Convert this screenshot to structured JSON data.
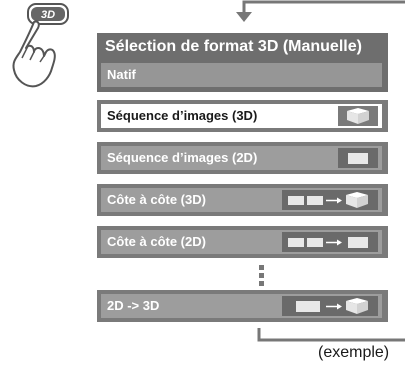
{
  "remote": {
    "button_label": "3D",
    "hand_icon": "hand-pressing-3d-button-icon"
  },
  "menu": {
    "title": "Sélection de format 3D (Manuelle)",
    "current_value": "Natif",
    "items": [
      {
        "label": "Séquence d’images (3D)",
        "selected": true,
        "format_icon": "cube-icon"
      },
      {
        "label": "Séquence d’images (2D)",
        "selected": false,
        "format_icon": "flat-screen-icon"
      },
      {
        "label": "Côte à côte (3D)",
        "selected": false,
        "format_icon": "side-by-side-to-cube-icon"
      },
      {
        "label": "Côte à côte (2D)",
        "selected": false,
        "format_icon": "side-by-side-to-flat-icon"
      },
      {
        "label": "2D -> 3D",
        "selected": false,
        "format_icon": "flat-to-cube-icon"
      }
    ]
  },
  "caption": "(exemple)",
  "colors": {
    "header_bg": "#6e6e6e",
    "row_bg": "#9d9d9d",
    "selected_bg": "#ffffff",
    "flow_line": "#777777"
  }
}
